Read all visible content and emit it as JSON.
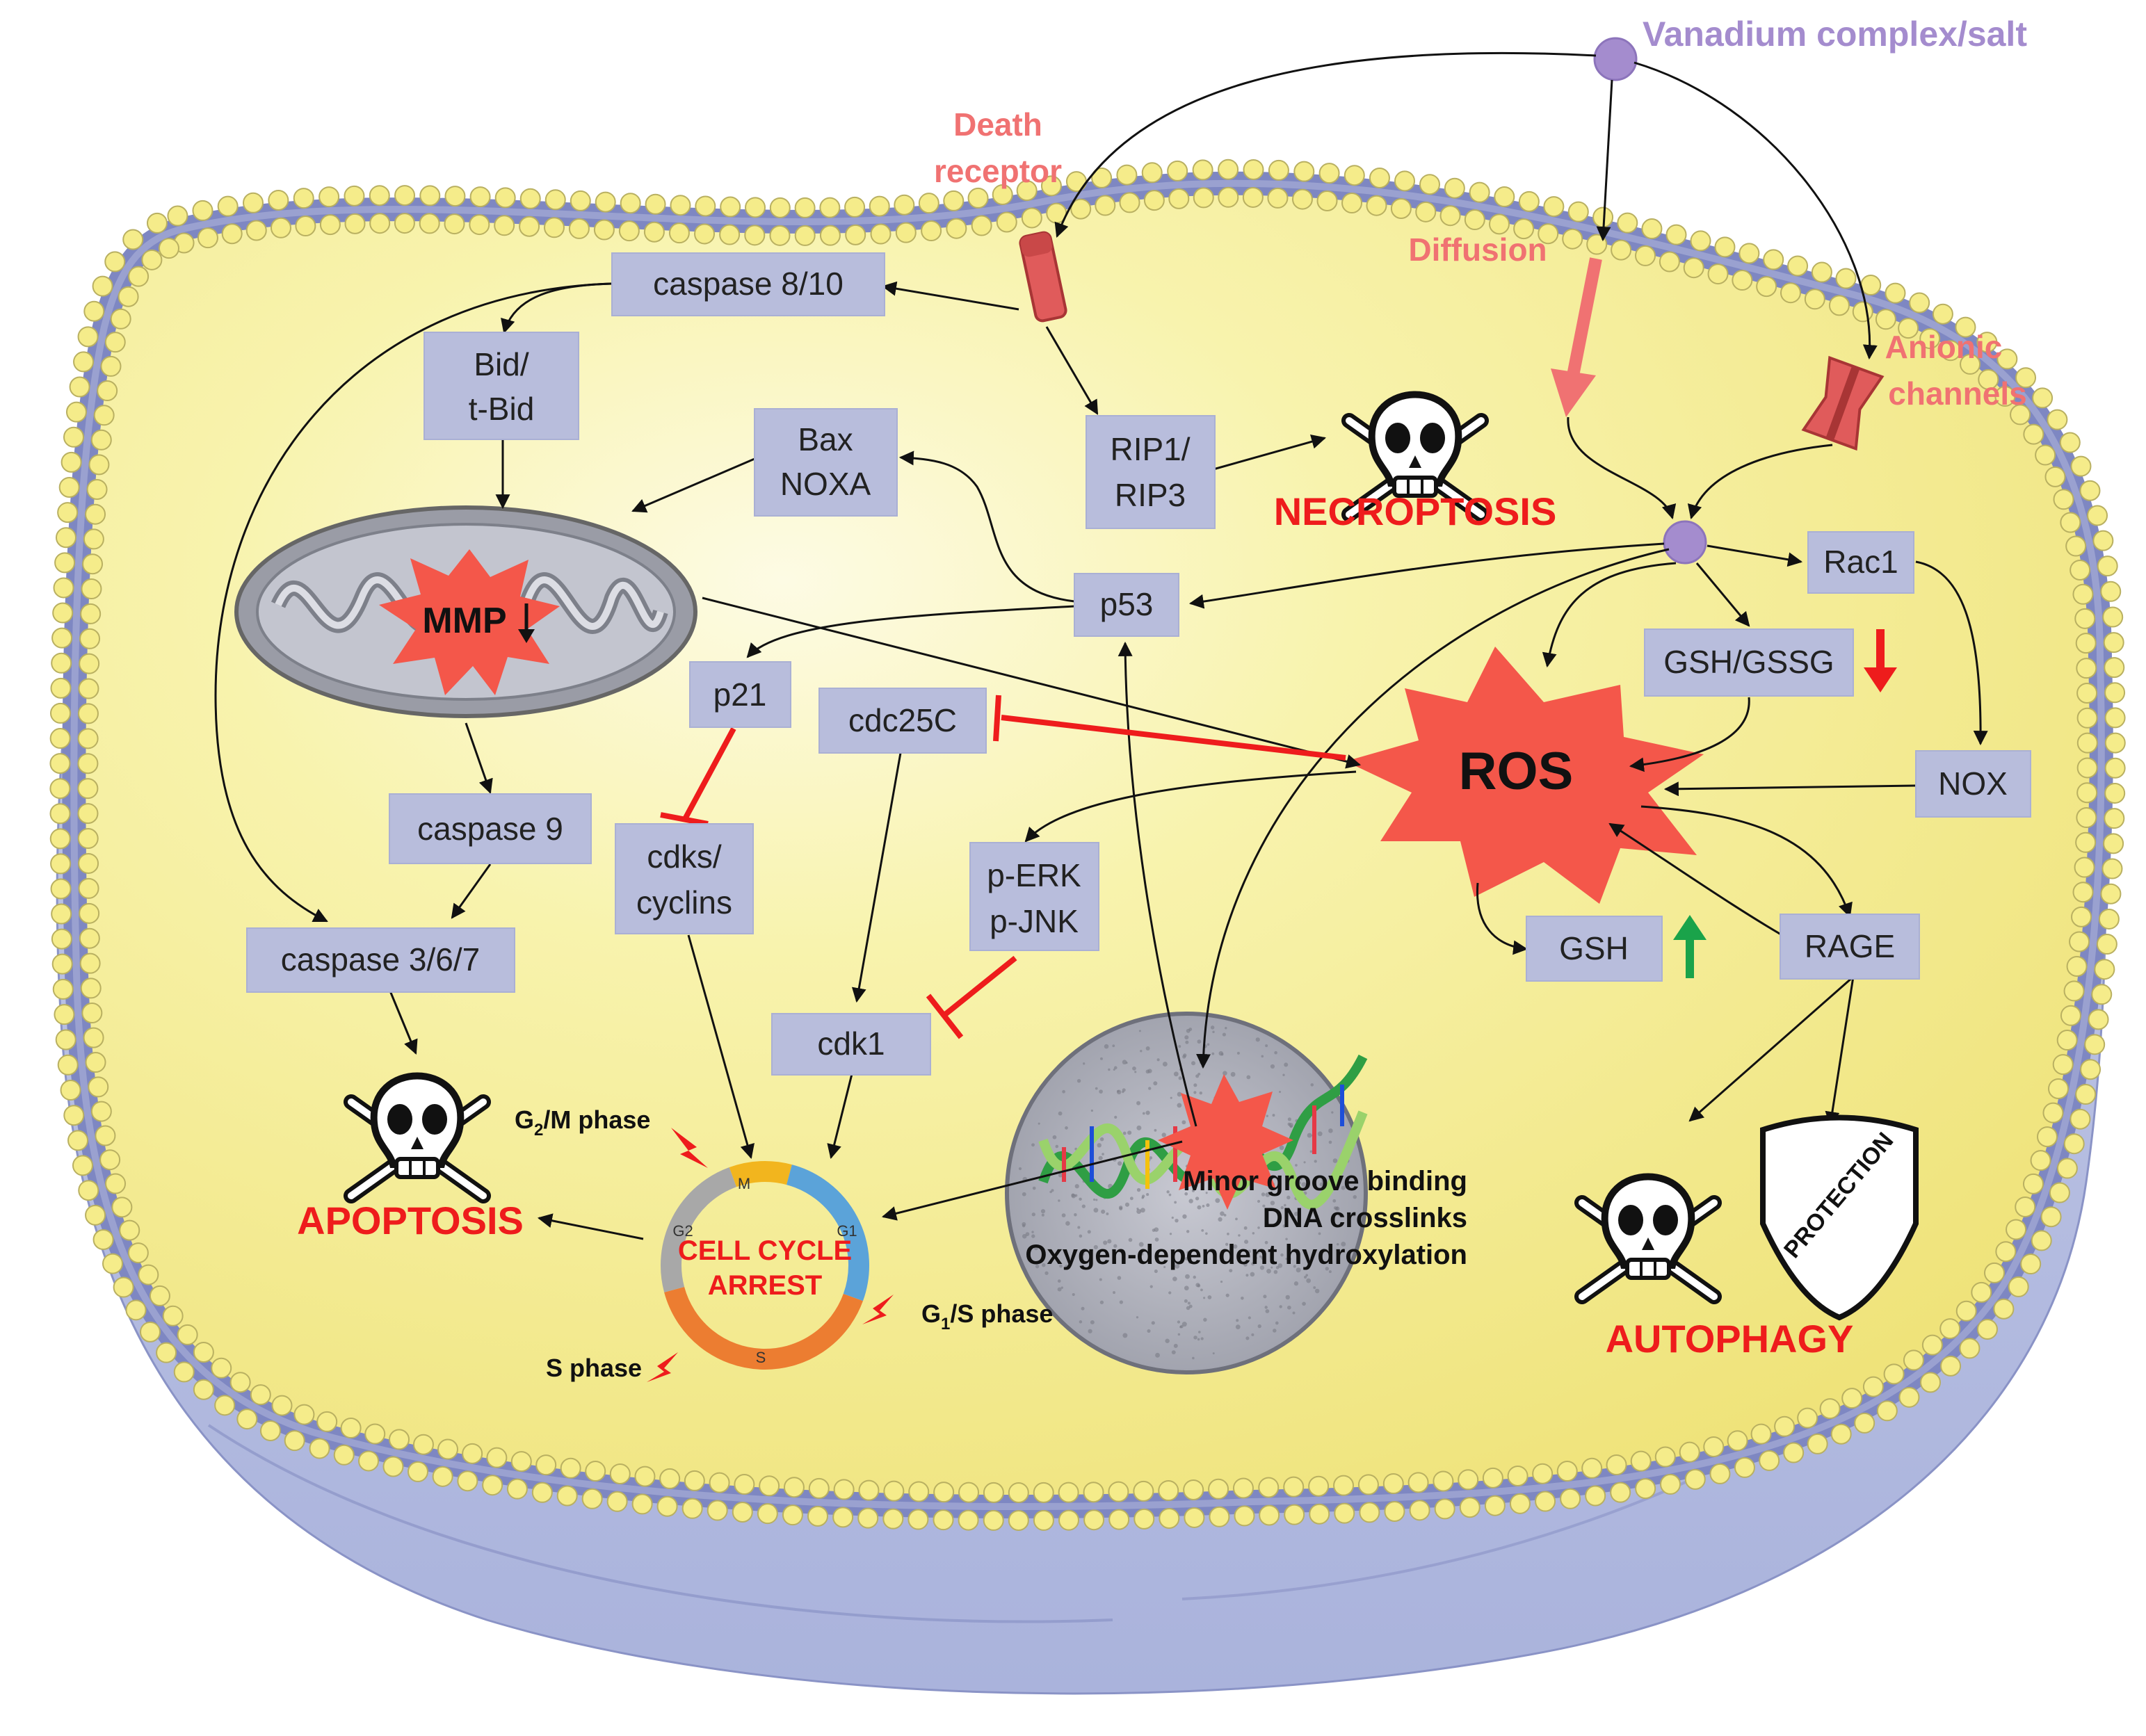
{
  "source": {
    "label": "Vanadium complex/salt"
  },
  "entry": {
    "death_receptor": [
      "Death",
      "receptor"
    ],
    "diffusion": "Diffusion",
    "anionic_channels": [
      "Anionic",
      "channels"
    ]
  },
  "nodes": {
    "caspase810": "caspase 8/10",
    "bid": [
      "Bid/",
      "t-Bid"
    ],
    "bax": [
      "Bax",
      "NOXA"
    ],
    "rip": [
      "RIP1/",
      "RIP3"
    ],
    "p53": "p53",
    "p21": "p21",
    "cdc25c": "cdc25C",
    "caspase9": "caspase 9",
    "cdks": [
      "cdks/",
      "cyclins"
    ],
    "perk": [
      "p-ERK",
      "p-JNK"
    ],
    "caspase367": "caspase 3/6/7",
    "cdk1": "cdk1",
    "rac1": "Rac1",
    "gsh_gssg": "GSH/GSSG",
    "nox": "NOX",
    "gsh": "GSH",
    "rage": "RAGE"
  },
  "mmp": "MMP",
  "ros": "ROS",
  "outcomes": {
    "necroptosis": "NECROPTOSIS",
    "apoptosis": "APOPTOSIS",
    "autophagy": "AUTOPHAGY",
    "protection": "PROTECTION"
  },
  "cell_cycle": {
    "center": [
      "CELL CYCLE",
      "ARREST"
    ],
    "segments": [
      "M",
      "G1",
      "S",
      "G2"
    ],
    "phase_g2m": {
      "main": "G",
      "sub": "2",
      "rest": "/M phase"
    },
    "phase_g1s": {
      "main": "G",
      "sub": "1",
      "rest": "/S phase"
    },
    "phase_s": "S phase"
  },
  "dna_effects": [
    "Minor groove binding",
    "DNA crosslinks",
    "Oxygen-dependent hydroxylation"
  ],
  "colors": {
    "membrane_bead": "#f5ec8a",
    "membrane_line": "#7e87c2",
    "cytoplasm": "#f7f2a6",
    "outer_cell": "#bcc3e2",
    "node": "#b8bddc",
    "red": "#ee1c1c",
    "ros": "#f4574a",
    "purple": "#a48cce",
    "pink": "#f07272",
    "green_arrow": "#1aa34a"
  }
}
